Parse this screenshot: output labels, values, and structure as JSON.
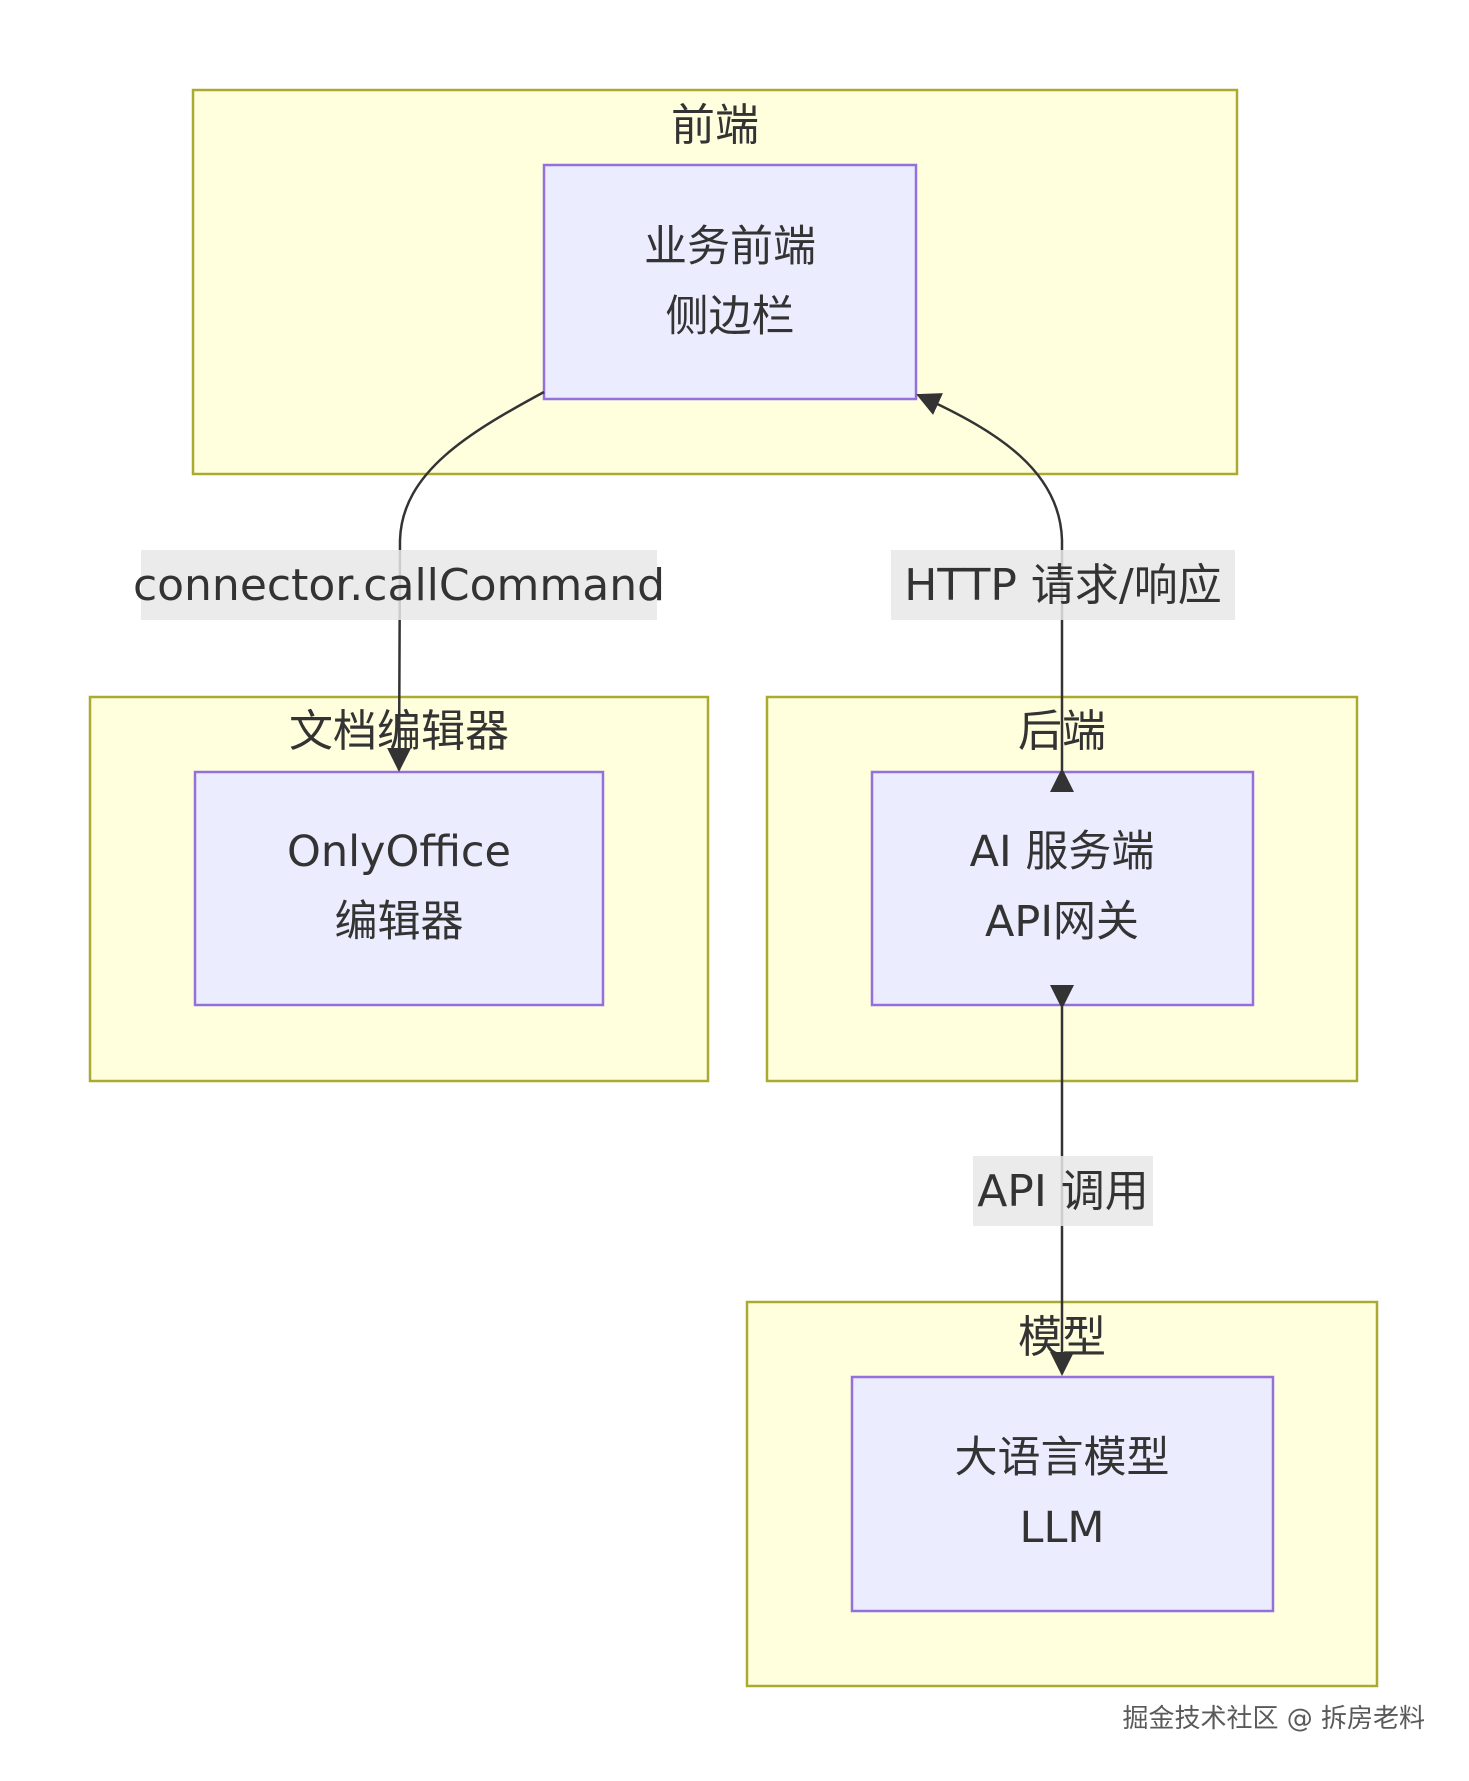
{
  "clusters": {
    "frontend": {
      "title": "前端"
    },
    "editor": {
      "title": "文档编辑器"
    },
    "backend": {
      "title": "后端"
    },
    "model": {
      "title": "模型"
    }
  },
  "nodes": {
    "sidebar": {
      "line1": "业务前端",
      "line2": "侧边栏"
    },
    "onlyoffice": {
      "line1": "OnlyOffice",
      "line2": "编辑器"
    },
    "ai_server": {
      "line1": "AI 服务端",
      "line2": "API网关"
    },
    "llm": {
      "line1": "大语言模型",
      "line2": "LLM"
    }
  },
  "edges": {
    "connector": {
      "label": "connector.callCommand"
    },
    "http": {
      "label": "HTTP 请求/响应"
    },
    "api_call": {
      "label": "API 调用"
    }
  },
  "watermark": "掘金技术社区 @ 拆房老料",
  "colors": {
    "cluster_fill": "#ffffde",
    "cluster_stroke": "#aaaa33",
    "node_fill": "#ececff",
    "node_stroke": "#9370db",
    "edge": "#333333",
    "label_bg": "#e8e8e8"
  }
}
